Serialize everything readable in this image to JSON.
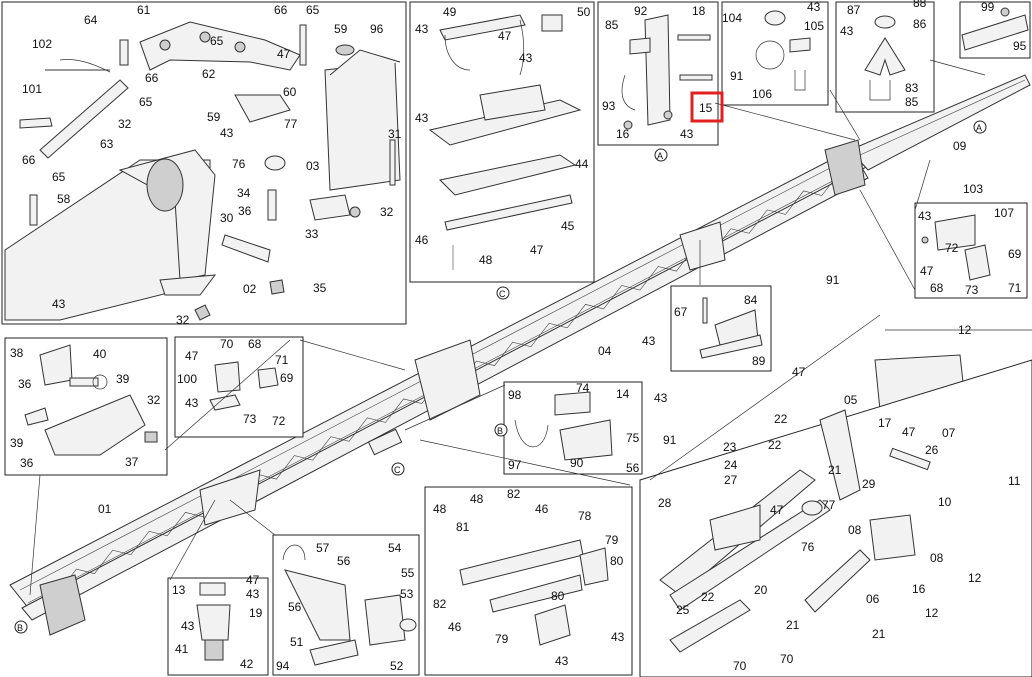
{
  "labels": {
    "b64": "64",
    "b61": "61",
    "b66a": "66",
    "b65a": "65",
    "b59a": "59",
    "b96": "96",
    "b102": "102",
    "b47a": "47",
    "b65b": "65",
    "b62": "62",
    "b66b": "66",
    "b65c": "65",
    "b59b": "59",
    "b60": "60",
    "b101": "101",
    "b63": "63",
    "b32a": "32",
    "b43a": "43",
    "b77a": "77",
    "b76a": "76",
    "b03": "03",
    "b31": "31",
    "b66c": "66",
    "b65d": "65",
    "b58": "58",
    "b34": "34",
    "b36a": "36",
    "b30": "30",
    "b33": "33",
    "b32b": "32",
    "b02": "02",
    "b35": "35",
    "b43b": "43",
    "b32c": "32",
    "b49": "49",
    "b50": "50",
    "b43c": "43",
    "b47b": "47",
    "b43d": "43",
    "b43e": "43",
    "b44": "44",
    "b45": "45",
    "b46a": "46",
    "b47c": "47",
    "b48a": "48",
    "cC1": "C",
    "b92": "92",
    "b18": "18",
    "b85a": "85",
    "b93": "93",
    "b16a": "16",
    "b43f": "43",
    "b15": "15",
    "cA1": "A",
    "b104": "104",
    "b43g": "43",
    "b105": "105",
    "b91a": "91",
    "b106": "106",
    "b87": "87",
    "b88": "88",
    "b86": "86",
    "b43h": "43",
    "b83": "83",
    "b85b": "85",
    "b99": "99",
    "b95": "95",
    "cA2": "A",
    "b09": "09",
    "b103": "103",
    "b107": "107",
    "b43i": "43",
    "b72a": "72",
    "b69a": "69",
    "b47d": "47",
    "b68a": "68",
    "b73a": "73",
    "b71a": "71",
    "b38": "38",
    "b40": "40",
    "b36b": "36",
    "b39a": "39",
    "b32d": "32",
    "b39b": "39",
    "b36c": "36",
    "b37": "37",
    "b47e": "47",
    "b70a": "70",
    "b68b": "68",
    "b71b": "71",
    "b100": "100",
    "b69b": "69",
    "b43j": "43",
    "b73b": "73",
    "b72b": "72",
    "b67": "67",
    "b84": "84",
    "b43k": "43",
    "b89": "89",
    "b04": "04",
    "b91b": "91",
    "b47f": "47",
    "b98": "98",
    "b74": "74",
    "b14": "14",
    "cB1": "B",
    "b75": "75",
    "b97": "97",
    "b90": "90",
    "b56a": "56",
    "b43l": "43",
    "b91c": "91",
    "b12a": "12",
    "b07": "07",
    "b11": "11",
    "b22a": "22",
    "b05": "05",
    "b17": "17",
    "b47g": "47",
    "b26": "26",
    "b23": "23",
    "b22b": "22",
    "b24": "24",
    "b21a": "21",
    "b27": "27",
    "b29": "29",
    "b10": "10",
    "b28": "28",
    "b47h": "47",
    "b77b": "77",
    "b08a": "08",
    "b08b": "08",
    "b76b": "76",
    "b16b": "16",
    "b12b": "12",
    "b20": "20",
    "b22c": "22",
    "b06": "06",
    "b12c": "12",
    "b25": "25",
    "b21b": "21",
    "b21c": "21",
    "b70b": "70",
    "b70c": "70",
    "b48b": "48",
    "b82a": "82",
    "b46b": "46",
    "b78": "78",
    "b48c": "48",
    "b81": "81",
    "b79a": "79",
    "b80a": "80",
    "b82b": "82",
    "b46c": "46",
    "b80b": "80",
    "b79b": "79",
    "b43m": "43",
    "b43n": "43",
    "b01": "01",
    "cC2": "C",
    "cB2": "B",
    "b13": "13",
    "b47i": "47",
    "b43o": "43",
    "b43p": "43",
    "b19": "19",
    "b41": "41",
    "b42": "42",
    "b57": "57",
    "b56b": "56",
    "b54": "54",
    "b55": "55",
    "b56c": "56",
    "b53": "53",
    "b51": "51",
    "b94": "94",
    "b52": "52"
  }
}
